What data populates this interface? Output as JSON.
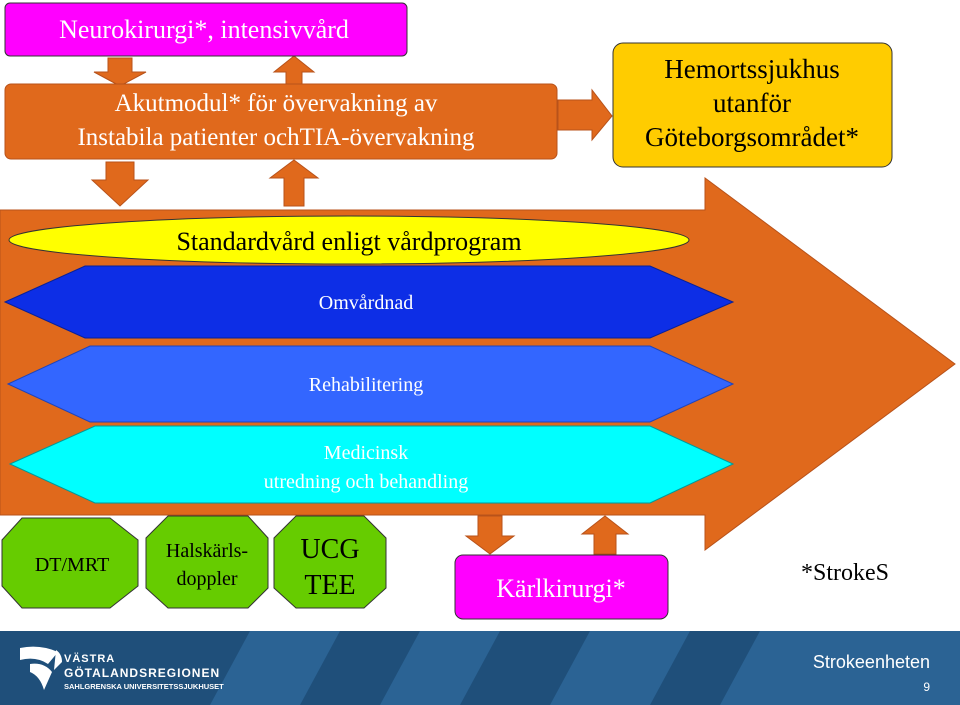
{
  "slide": {
    "colors": {
      "orange": "#E0691C",
      "orange_dark": "#B8521A",
      "magenta": "#FF00FF",
      "yellow": "#FFCC00",
      "bright_yellow": "#FFFF00",
      "dark_blue": "#0D2EE6",
      "mid_blue": "#3366FF",
      "cyan": "#00FFFF",
      "green": "#66CC00",
      "footer_blue": "#1F4F7A"
    },
    "boxes": {
      "neuro": "Neurokirurgi*, intensivvård",
      "akut_line1": "Akutmodul* för övervakning av",
      "akut_line2": "Instabila  patienter ochTIA-övervakning",
      "hem_line1": "Hemortssjukhus",
      "hem_line2": "utanför",
      "hem_line3": "Göteborgsområdet*",
      "standard": "Standardvård enligt vårdprogram",
      "omvardnad": "Omvårdnad",
      "rehab": "Rehabilitering",
      "med_line1": "Medicinsk",
      "med_line2": "utredning och behandling",
      "dtmrt": "DT/MRT",
      "hals_line1": "Halskärls-",
      "hals_line2": "doppler",
      "ucg_line1": "UCG",
      "ucg_line2": "TEE",
      "karl": "Kärlkirurgi*",
      "strokes": "*StrokeS"
    },
    "footer": {
      "logo_line1": "VÄSTRA",
      "logo_line2": "GÖTALANDSREGIONEN",
      "logo_line3": "SAHLGRENSKA UNIVERSITETSSJUKHUSET",
      "unit": "Strokeenheten",
      "page": "9"
    }
  }
}
